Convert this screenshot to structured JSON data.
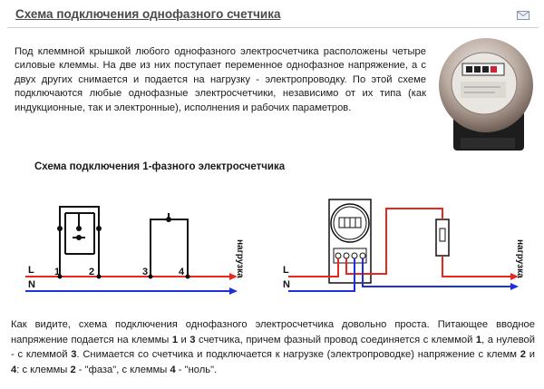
{
  "header": {
    "title": "Схема подключения однофазного счетчика",
    "mail_icon": "mail-icon"
  },
  "intro": {
    "text": "Под клеммной крышкой любого однофазного электросчетчика расположены четыре силовые клеммы. На две из них поступает переменное однофазное напряжение, а с двух других снимается и подается на нагрузку - электропроводку. По этой схеме подключаются любые однофазные электросчетчики, независимо от их типа (как индукционные, так и электронные), исполнения и рабочих параметров."
  },
  "diagram": {
    "title": "Схема подключения 1-фазного электросчетчика",
    "left": {
      "line_label": "L",
      "neutral_label": "N",
      "terminals": [
        "1",
        "2",
        "3",
        "4"
      ],
      "load_label": "нагрузка"
    },
    "right": {
      "line_label": "L",
      "neutral_label": "N",
      "load_label": "нагрузка"
    },
    "colors": {
      "phase": "#e8281e",
      "neutral": "#2030d8",
      "wire": "#111111"
    }
  },
  "outro": {
    "p1": "Как видите, схема подключения однофазного электросчетчика довольно проста. Питающее вводное напряжение подается на клеммы ",
    "t1": "1",
    "p2": " и ",
    "t2": "3",
    "p3": " счетчика, причем фазный провод соединяется с клеммой ",
    "t3": "1",
    "p4": ", а нулевой - с клеммой ",
    "t4": "3",
    "p5": ". Снимается со счетчика и подключается к нагрузке (электропроводке) напряжение с клемм ",
    "t5": "2",
    "p6": " и ",
    "t6": "4",
    "p7": ": с клеммы ",
    "t7": "2",
    "p8": " - \"фаза\", с клеммы ",
    "t8": "4",
    "p9": " - \"ноль\"."
  }
}
